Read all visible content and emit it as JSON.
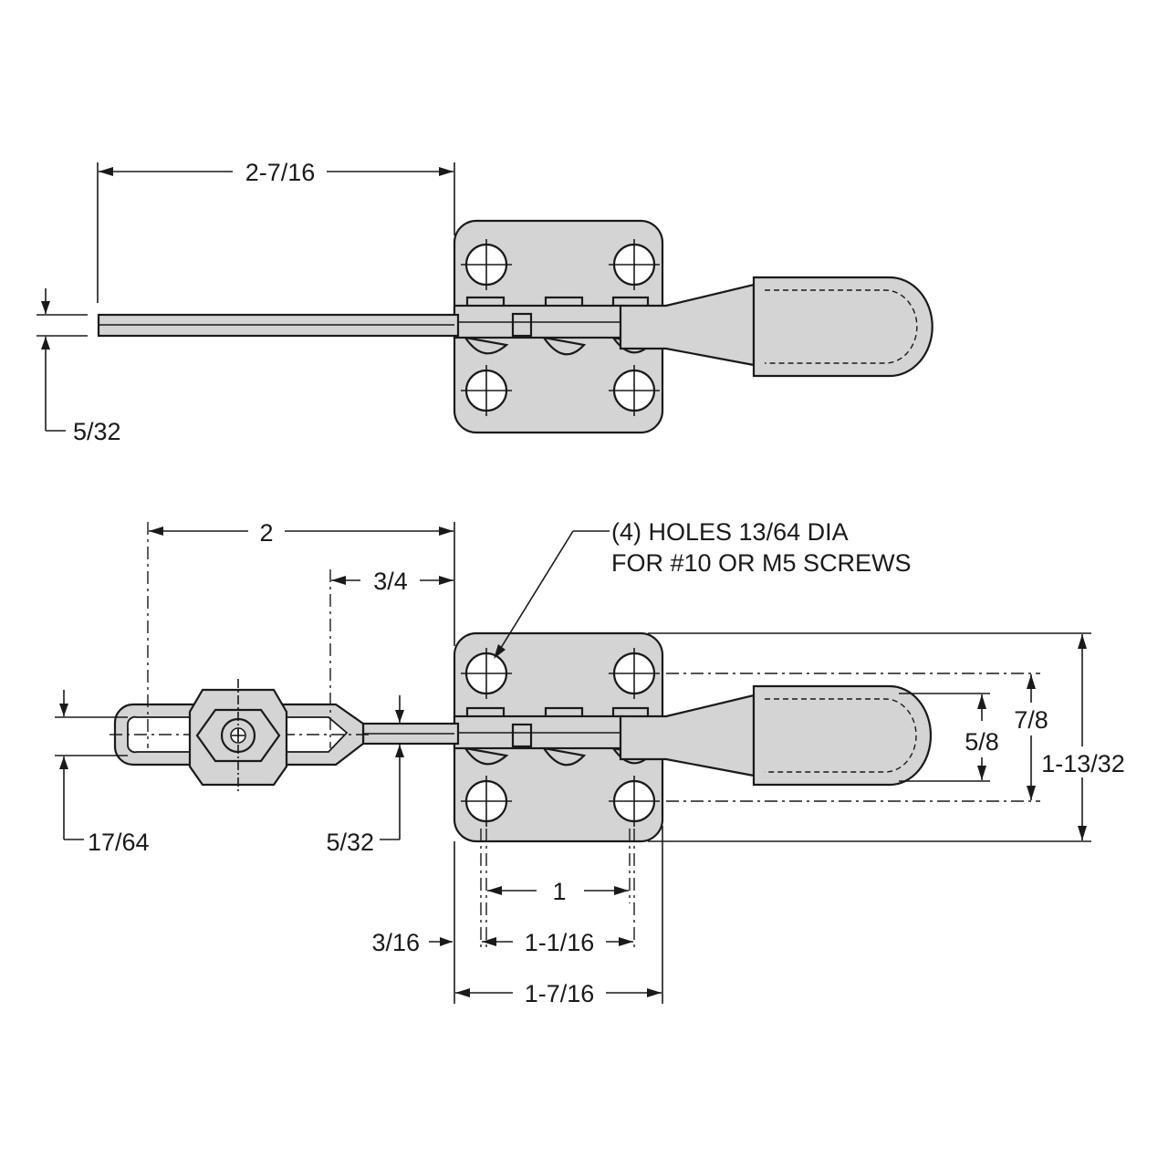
{
  "colors": {
    "ink": "#1a1a1a",
    "part_fill": "#d4d4d4",
    "background": "#ffffff"
  },
  "top_view": {
    "dim_length": "2-7/16",
    "dim_bar_thickness": "5/32"
  },
  "bottom_view": {
    "dim_reach": "2",
    "dim_offset": "3/4",
    "callout_line1": "(4) HOLES 13/64 DIA",
    "callout_line2": "FOR #10 OR M5 SCREWS",
    "dim_grip_inner": "5/8",
    "dim_hole_spacing_v": "7/8",
    "dim_base_height": "1-13/32",
    "dim_loop_width": "17/64",
    "dim_bar_thickness": "5/32",
    "dim_hole_spacing_h": "1",
    "dim_hole_edge": "3/16",
    "dim_hole_outer": "1-1/16",
    "dim_base_width": "1-7/16"
  }
}
